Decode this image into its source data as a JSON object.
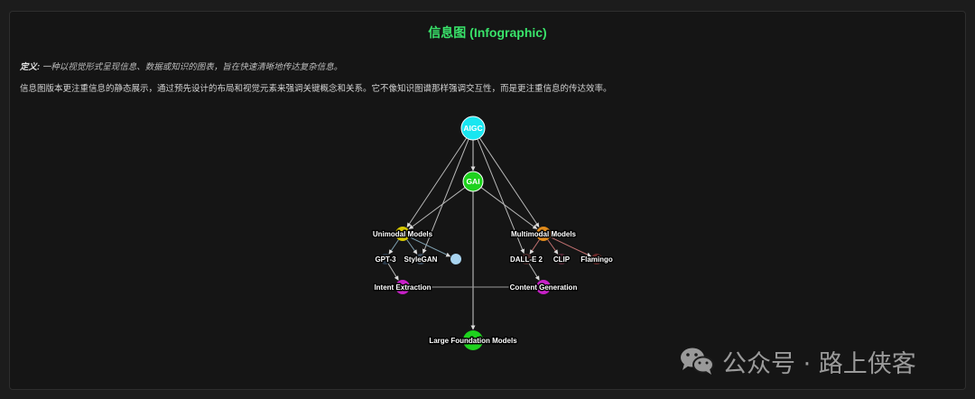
{
  "title": "信息图 (Infographic)",
  "definition": {
    "label": "定义:",
    "text": " 一种以视觉形式呈现信息、数据或知识的图表，旨在快速清晰地传达复杂信息。"
  },
  "description": "信息图版本更注重信息的静态展示，通过预先设计的布局和视觉元素来强调关键概念和关系。它不像知识图谱那样强调交互性，而是更注重信息的传达效率。",
  "nodes": [
    {
      "id": "aigc",
      "label": "AIGC",
      "color": "#19e6f0",
      "label_inside": true
    },
    {
      "id": "gai",
      "label": "GAI",
      "color": "#1ed21e",
      "label_inside": true
    },
    {
      "id": "unimodal",
      "label": "Unimodal Models",
      "color": "#d6c800"
    },
    {
      "id": "multimodal",
      "label": "Multimodal Models",
      "color": "#e08a1a"
    },
    {
      "id": "gpt3",
      "label": "GPT-3",
      "color": "#2a3a4a"
    },
    {
      "id": "stylegan",
      "label": "StyleGAN",
      "color": "#3a4a5a"
    },
    {
      "id": "unnamed",
      "label": "",
      "color": "#a8d4f0"
    },
    {
      "id": "dalle2",
      "label": "DALL-E 2",
      "color": "#4a2a2a"
    },
    {
      "id": "clip",
      "label": "CLIP",
      "color": "#5a2a3a"
    },
    {
      "id": "flamingo",
      "label": "Flamingo",
      "color": "#6a2a2a"
    },
    {
      "id": "intent",
      "label": "Intent Extraction",
      "color": "#c820c8"
    },
    {
      "id": "content",
      "label": "Content Generation",
      "color": "#c820c8"
    },
    {
      "id": "lfm",
      "label": "Large Foundation Models",
      "color": "#1ed21e"
    }
  ],
  "edges": [
    {
      "from": "aigc",
      "to": "gai",
      "color": "#d0d0d0"
    },
    {
      "from": "aigc",
      "to": "unimodal",
      "color": "#b8b8b8"
    },
    {
      "from": "aigc",
      "to": "multimodal",
      "color": "#b8b8b8"
    },
    {
      "from": "aigc",
      "to": "stylegan",
      "color": "#b8b8b8"
    },
    {
      "from": "aigc",
      "to": "dalle2",
      "color": "#b8b8b8"
    },
    {
      "from": "gai",
      "to": "unimodal",
      "color": "#b8b8b8"
    },
    {
      "from": "gai",
      "to": "multimodal",
      "color": "#b8b8b8"
    },
    {
      "from": "gai",
      "to": "lfm",
      "color": "#d0d0d0"
    },
    {
      "from": "unimodal",
      "to": "gpt3",
      "color": "#7fa0b0"
    },
    {
      "from": "unimodal",
      "to": "stylegan",
      "color": "#7fa0b0"
    },
    {
      "from": "unimodal",
      "to": "unnamed",
      "color": "#7fa0b0"
    },
    {
      "from": "multimodal",
      "to": "dalle2",
      "color": "#c07070"
    },
    {
      "from": "multimodal",
      "to": "clip",
      "color": "#c07070"
    },
    {
      "from": "multimodal",
      "to": "flamingo",
      "color": "#c07070"
    },
    {
      "from": "gpt3",
      "to": "intent",
      "color": "#b8b8b8"
    },
    {
      "from": "dalle2",
      "to": "content",
      "color": "#b8b8b8"
    },
    {
      "from": "intent",
      "to": "content",
      "color": "#9a9a9a",
      "arrow": false
    }
  ],
  "watermark": {
    "icon": "wechat-icon",
    "text": "公众号 · 路上侠客"
  }
}
